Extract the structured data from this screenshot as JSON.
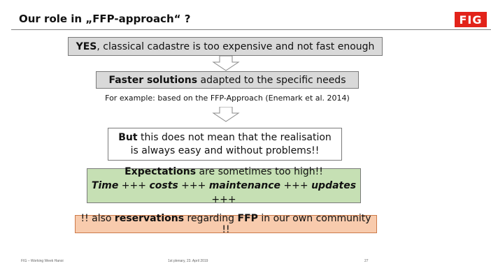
{
  "slide": {
    "title": "Our role in „FFP-approach“ ?",
    "logo_text": "FIG"
  },
  "boxes": {
    "yes_bold": "YES",
    "yes_rest": ", classical cadastre is too expensive and not fast enough",
    "faster_bold": "Faster solutions",
    "faster_rest": " adapted to the specific needs",
    "example_note": "For example: based on the FFP-Approach (Enemark et al. 2014)",
    "but_bold": "But",
    "but_line1_rest": " this does not mean that the realisation",
    "but_line2": "is always easy and without problems!!",
    "exp_bold": "Expectations",
    "exp_rest": " are sometimes too high!!",
    "exp_time": "Time",
    "exp_costs": "costs",
    "exp_maint": "maintenance",
    "exp_updates": "updates",
    "plus": " +++ ",
    "plus_end": " +++",
    "res_prefix": "!! also ",
    "res_bold1": "reservations",
    "res_mid": " regarding ",
    "res_bold2": "FFP",
    "res_end": " in our own community !!"
  },
  "footer": {
    "left": "FIG – Working Week Hanoi",
    "center": "1st plenary, 23. April 2019",
    "page": "27"
  },
  "colors": {
    "grey_box": "#d9d9d9",
    "green_box": "#c6e0b4",
    "orange_box": "#f8cbad",
    "logo_red": "#e2231a"
  }
}
